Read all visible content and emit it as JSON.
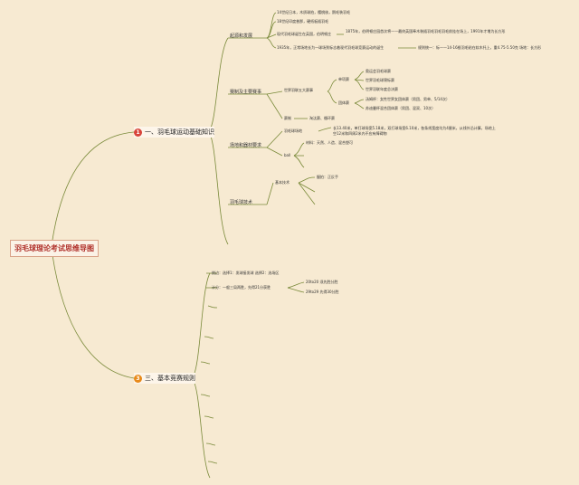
{
  "colors": {
    "background": "#f7ead2",
    "line": "#7a8a3a",
    "title": "#b0302a",
    "badge1": "#d8443a",
    "badge3": "#e88a1a"
  },
  "root": {
    "title": "羽毛球理论考试思维导图"
  },
  "branch1": {
    "number": "1",
    "label": "一、羽毛球运动基础知识",
    "origin": {
      "label": "起源和发展",
      "items": [
        "14世纪日本，木质球拍，樱桃核，鹅毛装羽毛",
        "18世纪印度普那，硬纸板插羽毛",
        "现代羽毛球诞生在英国，伯明顿庄",
        "1875年，伯明顿庄园首次将——最终英国奉木装插羽毛羽毛羽毛前挂在场上，1991年才增为长方形",
        "1935年，正常场地长为一球场到标志着现代羽毛球竞赛运动的诞生",
        "规则统一：标——14-16根羽毛粘在软木托上，重4.75-5.50克  场地：长方形"
      ]
    },
    "events": {
      "label": "赛制及主要赛事",
      "world": "世界羽联五大赛事",
      "single": "单项赛",
      "single_items": [
        "奥运会羽毛球赛",
        "世界羽毛球锦标赛",
        "世界羽联年度总决赛"
      ],
      "team": "团体赛",
      "team_items": [
        "汤姆杯：女性世界女团体赛（男团、男单、5/14次）",
        "苏迪曼杯混合团体赛（男团、混双、10次）"
      ],
      "system": "赛制",
      "system_value": "淘汰赛、循环赛"
    },
    "venue": {
      "label": "场地和器材要求",
      "court": "羽毛球场地",
      "court_note": "长13.40米，单打球场宽5.18米，双打球场宽6.10米，各条线宽度均为4厘米，从线外沿计算，场地上空12米和四周2米内不应有障碍物",
      "ball": "ball",
      "ball_items": [
        "材料：天然、人造、混合塑可"
      ]
    },
    "skills": {
      "label": "羽毛球技术",
      "basic": "基本技术",
      "grip": "握拍：正反手"
    }
  },
  "branch3": {
    "number": "3",
    "label": "三、基本竞赛规则",
    "pick": "挑边：选择1：发球接发球  选择2：选场区",
    "score": "计分：一般三局两胜，先得21分获胜",
    "score_items": [
      "20to20 须先胜分胜",
      "29to29 先得30分胜"
    ]
  }
}
